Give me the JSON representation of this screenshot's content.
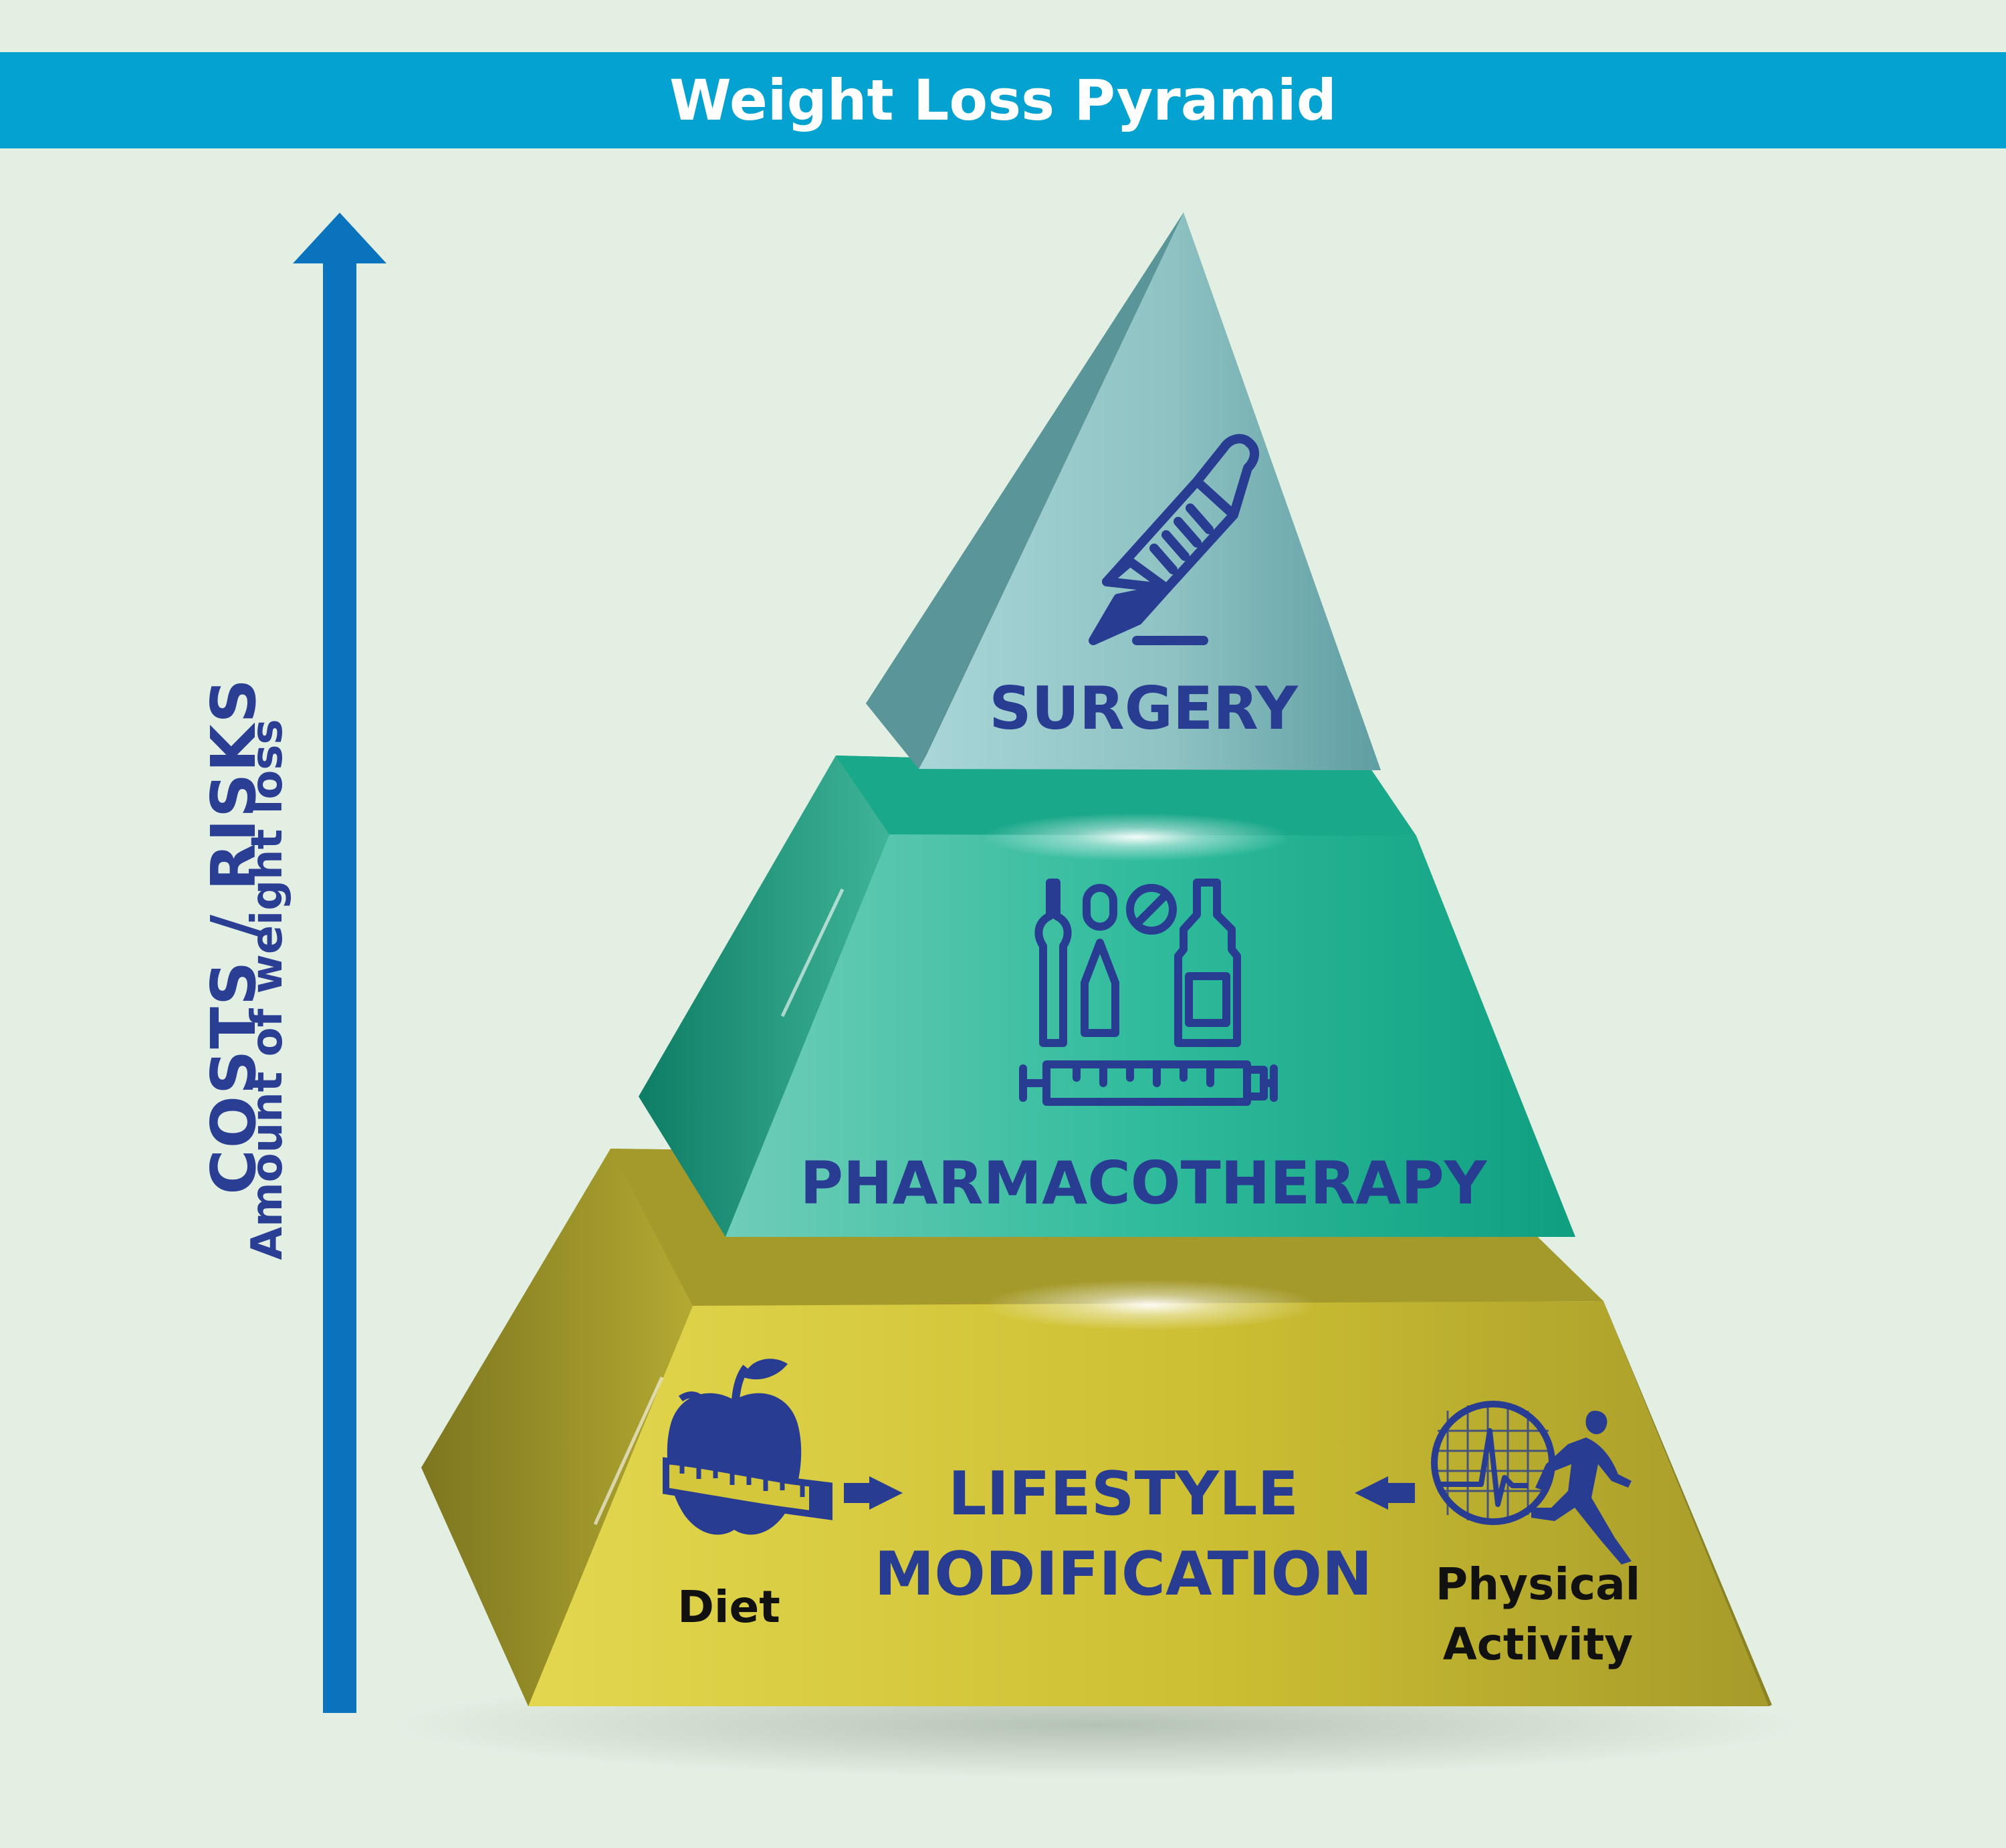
{
  "title": "Weight Loss Pyramid",
  "axis": {
    "primary_label": "COSTS / RISKS",
    "secondary_label": "Amount of weight loss",
    "direction": "up"
  },
  "layers": {
    "top": {
      "label": "SURGERY",
      "icon": "scalpel-icon"
    },
    "middle": {
      "label": "PHARMACOTHERAPY",
      "icon": "medications-syringe-icon"
    },
    "bottom": {
      "label_line1": "LIFESTYLE",
      "label_line2": "MODIFICATION",
      "inputs": [
        {
          "label": "Diet",
          "icon": "apple-measuring-tape-icon"
        },
        {
          "label_line1": "Physical",
          "label_line2": "Activity",
          "icon": "runner-heartbeat-icon"
        }
      ]
    }
  },
  "colors": {
    "background": "#e4efe4",
    "title_bar": "#03a2d0",
    "axis_arrow": "#0a73bd",
    "text": "#283d92",
    "surgery_layer": "#8fc3c4",
    "pharmacotherapy_layer": "#2bbb9a",
    "lifestyle_layer": "#cfc13a"
  }
}
